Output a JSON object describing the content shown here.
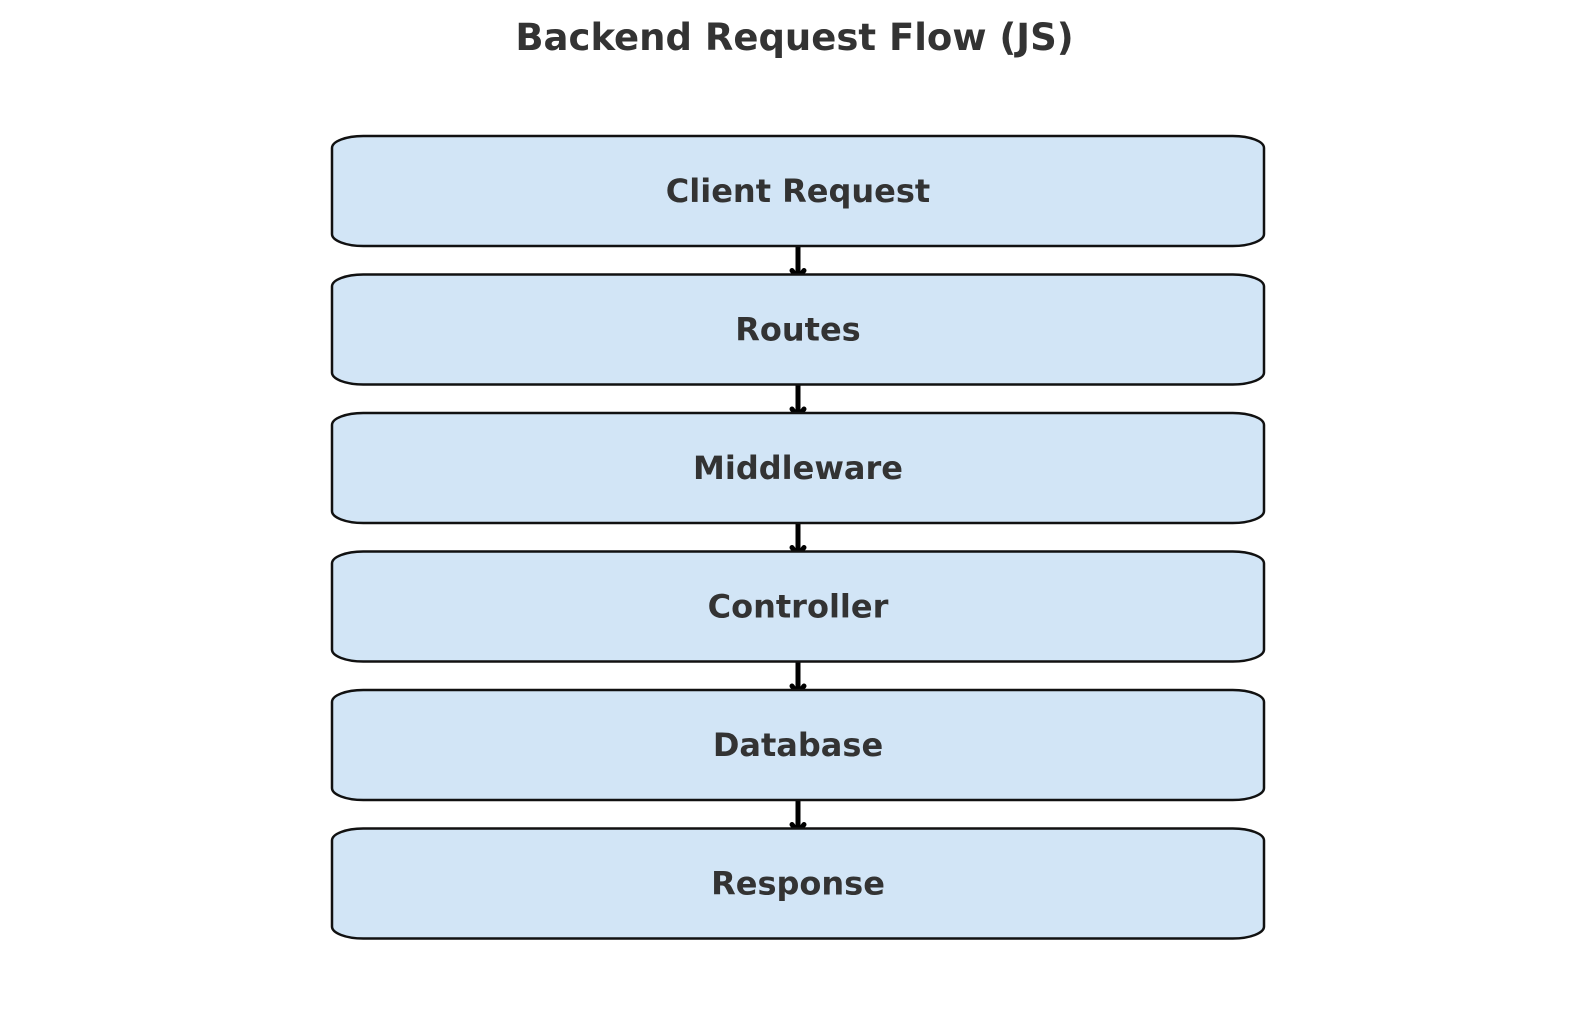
{
  "title": "Backend Request Flow (JS)",
  "colors": {
    "node_fill": "#d2e5f6",
    "node_stroke": "#111111",
    "text": "#333333",
    "arrow": "#000000"
  },
  "nodes": [
    {
      "label": "Client Request"
    },
    {
      "label": "Routes"
    },
    {
      "label": "Middleware"
    },
    {
      "label": "Controller"
    },
    {
      "label": "Database"
    },
    {
      "label": "Response"
    }
  ],
  "edges": [
    {
      "from": "Client Request",
      "to": "Routes"
    },
    {
      "from": "Routes",
      "to": "Middleware"
    },
    {
      "from": "Middleware",
      "to": "Controller"
    },
    {
      "from": "Controller",
      "to": "Database"
    },
    {
      "from": "Database",
      "to": "Response"
    }
  ]
}
